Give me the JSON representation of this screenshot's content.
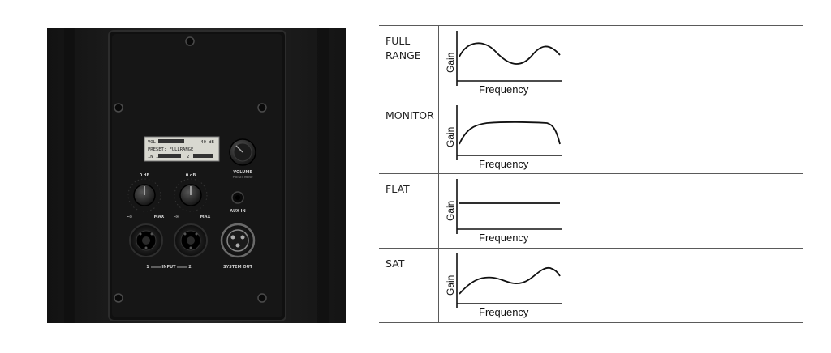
{
  "speaker_panel": {
    "display": {
      "vol_label": "VOL",
      "vol_value": "-40 dB",
      "preset": "PRESET: FULLRANGE",
      "in1": "IN 1",
      "in2": "2"
    },
    "volume": {
      "label": "VOLUME",
      "sublabel": "PRESET MENU"
    },
    "knob1": {
      "top": "0 dB",
      "min": "-∞",
      "max": "MAX"
    },
    "knob2": {
      "top": "0 dB",
      "min": "-∞",
      "max": "MAX"
    },
    "aux": {
      "label": "AUX IN"
    },
    "input": {
      "left": "1",
      "label": "INPUT",
      "right": "2"
    },
    "system_out": {
      "label": "SYSTEM OUT"
    }
  },
  "eq_modes": [
    {
      "label": "FULL RANGE",
      "y_label": "Gain",
      "x_label": "Frequency",
      "curve": "wave"
    },
    {
      "label": "MONITOR",
      "y_label": "Gain",
      "x_label": "Frequency",
      "curve": "plateau"
    },
    {
      "label": "FLAT",
      "y_label": "Gain",
      "x_label": "Frequency",
      "curve": "flat"
    },
    {
      "label": "SAT",
      "y_label": "Gain",
      "x_label": "Frequency",
      "curve": "rising-wave"
    }
  ]
}
